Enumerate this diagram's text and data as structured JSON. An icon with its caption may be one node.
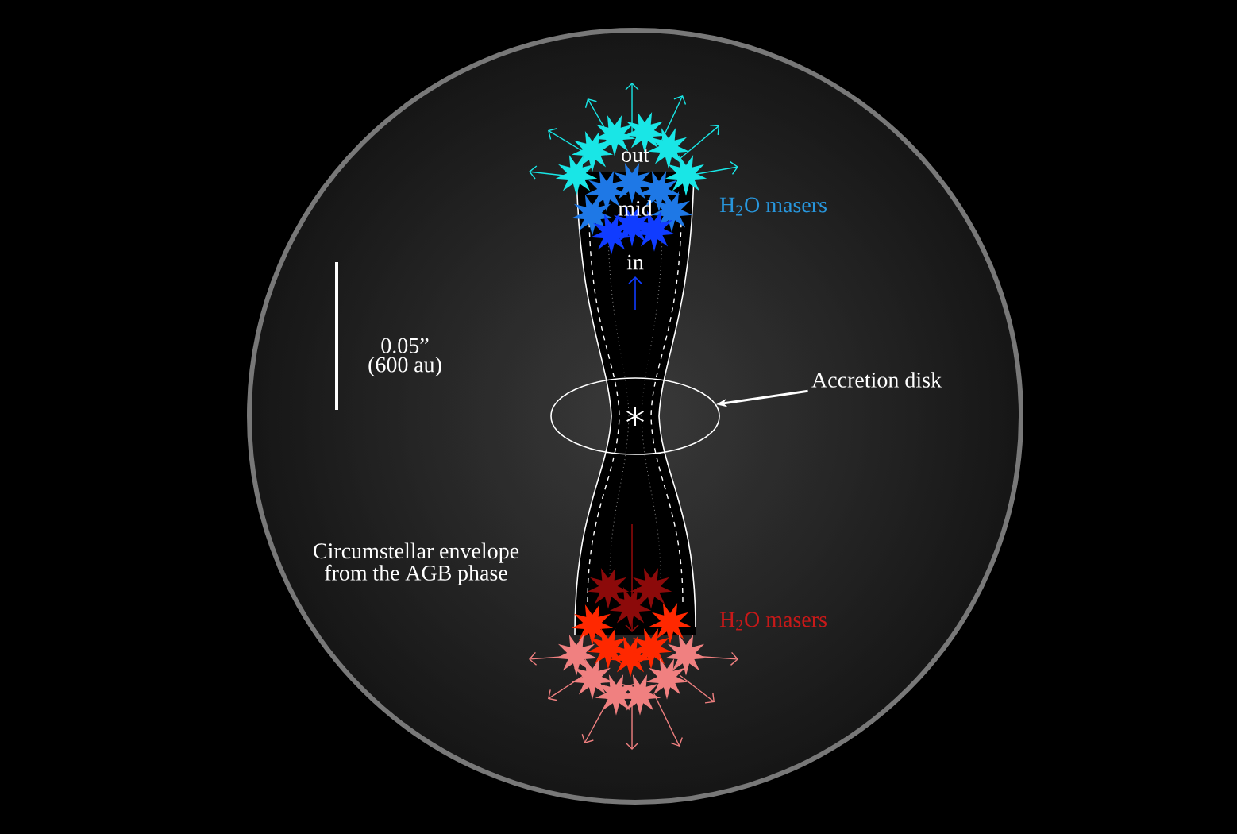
{
  "diagram": {
    "nodes": [
      {
        "text": [
          "Accretion disk"
        ]
      },
      {
        "text": [],
        "shape": "ellipse"
      }
    ],
    "edges": [
      {
        "from": 0,
        "to": 1,
        "arrow": "to"
      }
    ],
    "labels": [
      "out",
      "mid",
      "H$_{2}$O masers",
      "in",
      "0.05” (600 au)",
      "Circumstellar envelope from the AGB phase",
      "H$_{2}$O masers"
    ]
  }
}
